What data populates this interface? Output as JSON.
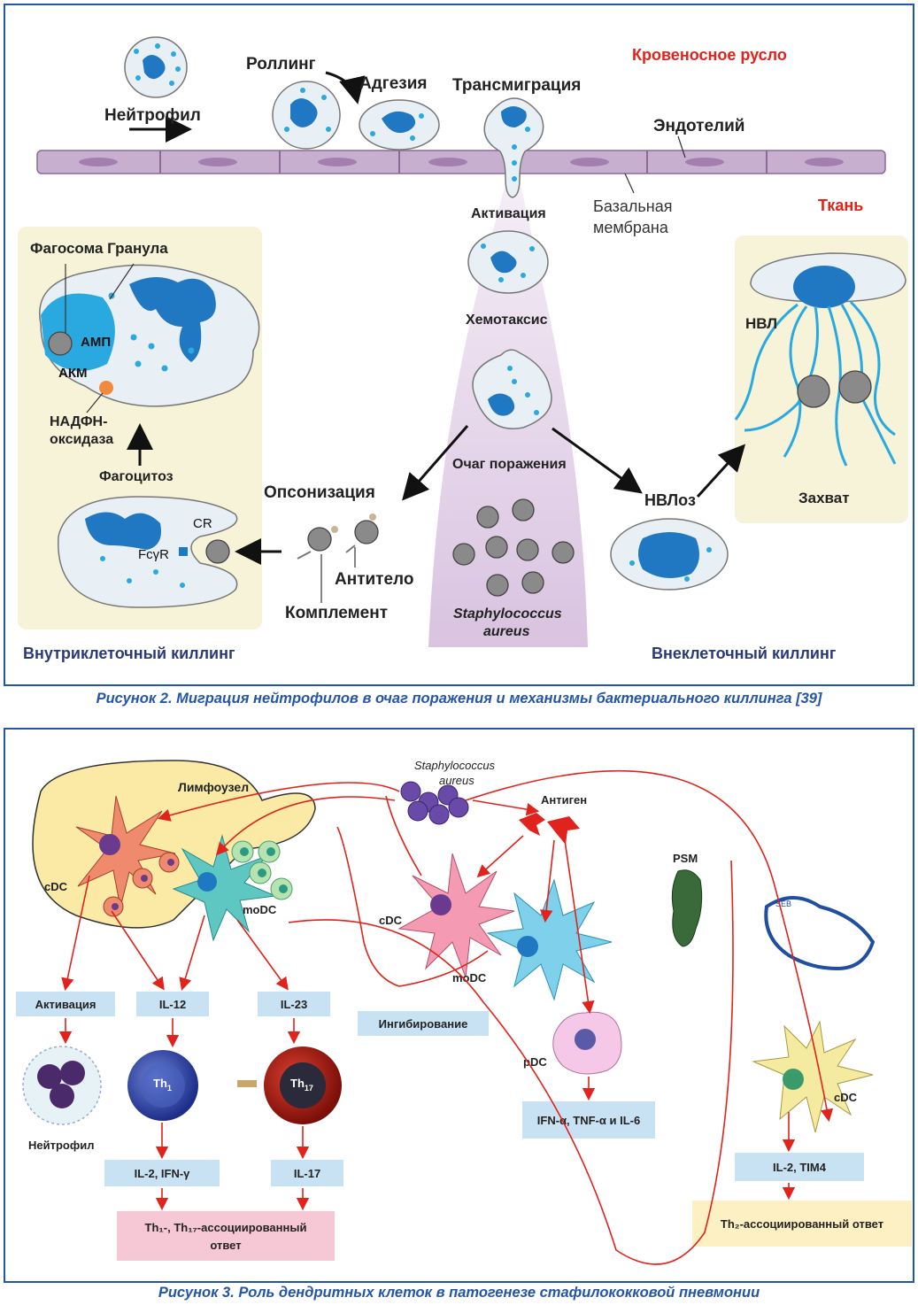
{
  "figure2": {
    "caption": "Рисунок 2. Миграция нейтрофилов в очаг поражения и механизмы бактериального киллинга [39]",
    "labels": {
      "neutrophil": "Нейтрофил",
      "rolling": "Роллинг",
      "adhesion": "Адгезия",
      "transmigration": "Трансмиграция",
      "bloodstream": "Кровеносное русло",
      "endothelium": "Эндотелий",
      "basal_membrane_1": "Базальная",
      "basal_membrane_2": "мембрана",
      "tissue": "Ткань",
      "activation": "Активация",
      "chemotaxis": "Хемотаксис",
      "lesion": "Очаг поражения",
      "bacteria_1": "Staphylococcus",
      "bacteria_2": "aureus",
      "phagosome_granule": "Фагосома Гранула",
      "amp": "АМП",
      "akm": "АКМ",
      "nadph_1": "НАДФН-",
      "nadph_2": "оксидаза",
      "phagocytosis": "Фагоцитоз",
      "cr": "CR",
      "fcgr": "FcγR",
      "opsonization": "Опсонизация",
      "antibody": "Антитело",
      "complement": "Комплемент",
      "nvl": "НВЛ",
      "nvloz": "НВЛоз",
      "capture": "Захват",
      "intracellular": "Внутриклеточный киллинг",
      "extracellular": "Внеклеточный киллинг"
    }
  },
  "figure3": {
    "caption": "Рисунок 3. Роль дендритных клеток в патогенезе стафилококковой пневмонии",
    "labels": {
      "lymph_node": "Лимфоузел",
      "bacteria_1": "Staphylococcus",
      "bacteria_2": "aureus",
      "antigen": "Антиген",
      "psm": "PSM",
      "seb": "SEB",
      "cdc_left": "cDC",
      "modc_left": "moDC",
      "cdc_mid": "cDC",
      "modc_mid": "moDC",
      "pdc": "pDC",
      "cdc_right": "cDC",
      "activation": "Активация",
      "il12": "IL-12",
      "il23": "IL-23",
      "inhibition": "Ингибирование",
      "neutrophil": "Нейтрофил",
      "th1": "Th",
      "th1_sub": "1",
      "th17": "Th",
      "th17_sub": "17",
      "il2_ifng": "IL-2, IFN-γ",
      "il17": "IL-17",
      "ifn_tnf": "IFN-α, TNF-α и IL-6",
      "il2_tim4": "IL-2, TIM4",
      "th2_response": "Th₂-ассоциированный ответ",
      "th1_th17_response_1": "Th₁-, Th₁₇-ассоциированный",
      "th1_th17_response_2": "ответ"
    }
  },
  "colors": {
    "frame_blue": "#2356a6",
    "red_label": "#e0231c",
    "arrow_red": "#e0231c",
    "nucleus_blue": "#1f78c1",
    "granule_cyan": "#29a9e0",
    "panel_yellow": "#f6f3d8",
    "lymph_yellow": "#fbeaa5",
    "box_blue": "#c9e2f3",
    "box_pink": "#f6c7d4",
    "box_yellow": "#fdf0c2",
    "endothelium_purple": "#c7b0cf"
  }
}
